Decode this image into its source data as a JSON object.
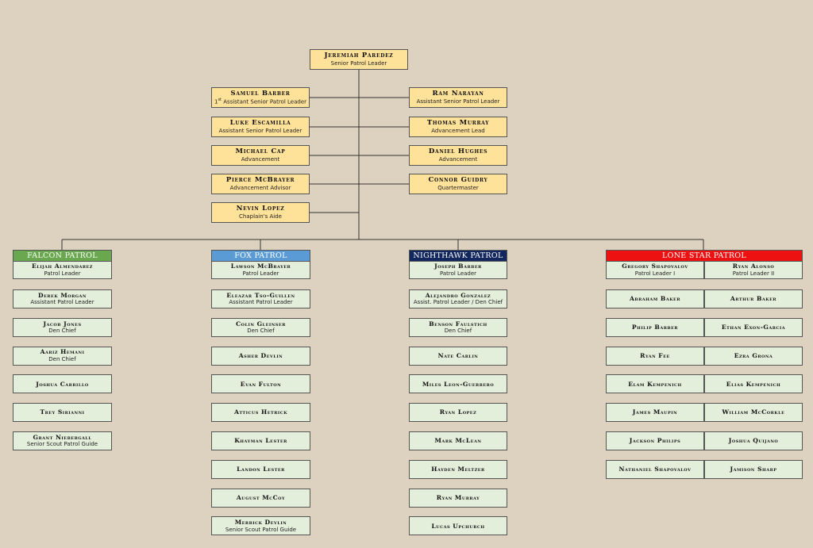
{
  "colors": {
    "background": "#ddd2bf",
    "leader_box": "#ffe29a",
    "member_box": "#e3eedb",
    "falcon": "#6aa84f",
    "fox": "#5b9bd5",
    "nighthawk": "#12275e",
    "lone_star": "#ee1111"
  },
  "leadership": {
    "top": {
      "name": "Jeremiah Paredez",
      "role": "Senior Patrol Leader"
    },
    "left": [
      {
        "name": "Samuel Barber",
        "role": "1st Assistant Senior Patrol Leader"
      },
      {
        "name": "Luke Escamilla",
        "role": "Assistant Senior Patrol Leader"
      },
      {
        "name": "Michael Cap",
        "role": "Advancement"
      },
      {
        "name": "Pierce McBrayer",
        "role": "Advancement Advisor"
      },
      {
        "name": "Nevin Lopez",
        "role": "Chaplain's Aide"
      }
    ],
    "right": [
      {
        "name": "Ram Narayan",
        "role": "Assistant Senior Patrol Leader"
      },
      {
        "name": "Thomas Murray",
        "role": "Advancement Lead"
      },
      {
        "name": "Daniel Hughes",
        "role": "Advancement"
      },
      {
        "name": "Connor Guidry",
        "role": "Quartermaster"
      }
    ]
  },
  "patrols": {
    "falcon": {
      "title": "FALCON PATROL",
      "members": [
        {
          "name": "Elijah Almendarez",
          "role": "Patrol Leader"
        },
        {
          "name": "Derek Morgan",
          "role": "Assistant Patrol Leader"
        },
        {
          "name": "Jacob Jones",
          "role": "Den Chief"
        },
        {
          "name": "Aariz Hemani",
          "role": "Den Chief"
        },
        {
          "name": "Joshua Carrillo",
          "role": ""
        },
        {
          "name": "Trey Sirianni",
          "role": ""
        },
        {
          "name": "Grant Niebergall",
          "role": "Senior Scout Patrol Guide"
        }
      ]
    },
    "fox": {
      "title": "FOX PATROL",
      "members": [
        {
          "name": "Lawson McBrayer",
          "role": "Patrol Leader"
        },
        {
          "name": "Eleazar Tso-Guillen",
          "role": "Assistant Patrol Leader"
        },
        {
          "name": "Colin Gleinser",
          "role": "Den Chief"
        },
        {
          "name": "Asher Devlin",
          "role": ""
        },
        {
          "name": "Evan Fulton",
          "role": ""
        },
        {
          "name": "Atticus Hetrick",
          "role": ""
        },
        {
          "name": "Khayman Lester",
          "role": ""
        },
        {
          "name": "Landon Lester",
          "role": ""
        },
        {
          "name": "August McCoy",
          "role": ""
        },
        {
          "name": "Merrick Devlin",
          "role": "Senior Scout Patrol Guide"
        }
      ]
    },
    "nighthawk": {
      "title": "NIGHTHAWK PATROL",
      "members": [
        {
          "name": "Joseph Barber",
          "role": "Patrol Leader"
        },
        {
          "name": "Alejandro Gonzalez",
          "role": "Assist. Patrol Leader / Den Chief"
        },
        {
          "name": "Benson Faulstich",
          "role": "Den Chief"
        },
        {
          "name": "Nate Carlin",
          "role": ""
        },
        {
          "name": "Miles Leon-Guerrero",
          "role": ""
        },
        {
          "name": "Ryan Lopez",
          "role": ""
        },
        {
          "name": "Mark McLean",
          "role": ""
        },
        {
          "name": "Hayden Meltzer",
          "role": ""
        },
        {
          "name": "Ryan Murray",
          "role": ""
        },
        {
          "name": "Lucas Upchurch",
          "role": ""
        }
      ]
    },
    "lonestar": {
      "title": "LONE STAR PATROL",
      "left": [
        {
          "name": "Gregory Shapovalov",
          "role": "Patrol Leader I"
        },
        {
          "name": "Abraham Baker",
          "role": ""
        },
        {
          "name": "Philip Barber",
          "role": ""
        },
        {
          "name": "Ryan Fee",
          "role": ""
        },
        {
          "name": "Elam Kempenich",
          "role": ""
        },
        {
          "name": "James Maupin",
          "role": ""
        },
        {
          "name": "Jackson Philips",
          "role": ""
        },
        {
          "name": "Nathaniel Shapovalov",
          "role": ""
        }
      ],
      "right": [
        {
          "name": "Ryan Alonso",
          "role": "Patrol Leader II"
        },
        {
          "name": "Arthur Baker",
          "role": ""
        },
        {
          "name": "Ethan Exon-Garcia",
          "role": ""
        },
        {
          "name": "Ezra Grona",
          "role": ""
        },
        {
          "name": "Elias Kempenich",
          "role": ""
        },
        {
          "name": "William McCorkle",
          "role": ""
        },
        {
          "name": "Joshua Quijano",
          "role": ""
        },
        {
          "name": "Jamison Sharp",
          "role": ""
        }
      ]
    }
  }
}
